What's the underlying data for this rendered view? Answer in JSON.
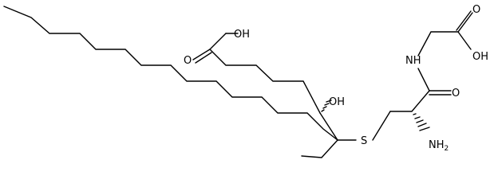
{
  "structure": {
    "atom_labels": {
      "oh_acid_top": "OH",
      "o_acid_top": "O",
      "oh_hydroxyl": "OH",
      "s_thioether": "S",
      "nh_amide": "NH",
      "o_amide": "O",
      "o_glycine": "O",
      "oh_glycine": "OH",
      "amino_n": "NH",
      "amino_sub": "2"
    },
    "colors": {
      "ink": "#000000",
      "background": "#ffffff"
    }
  }
}
